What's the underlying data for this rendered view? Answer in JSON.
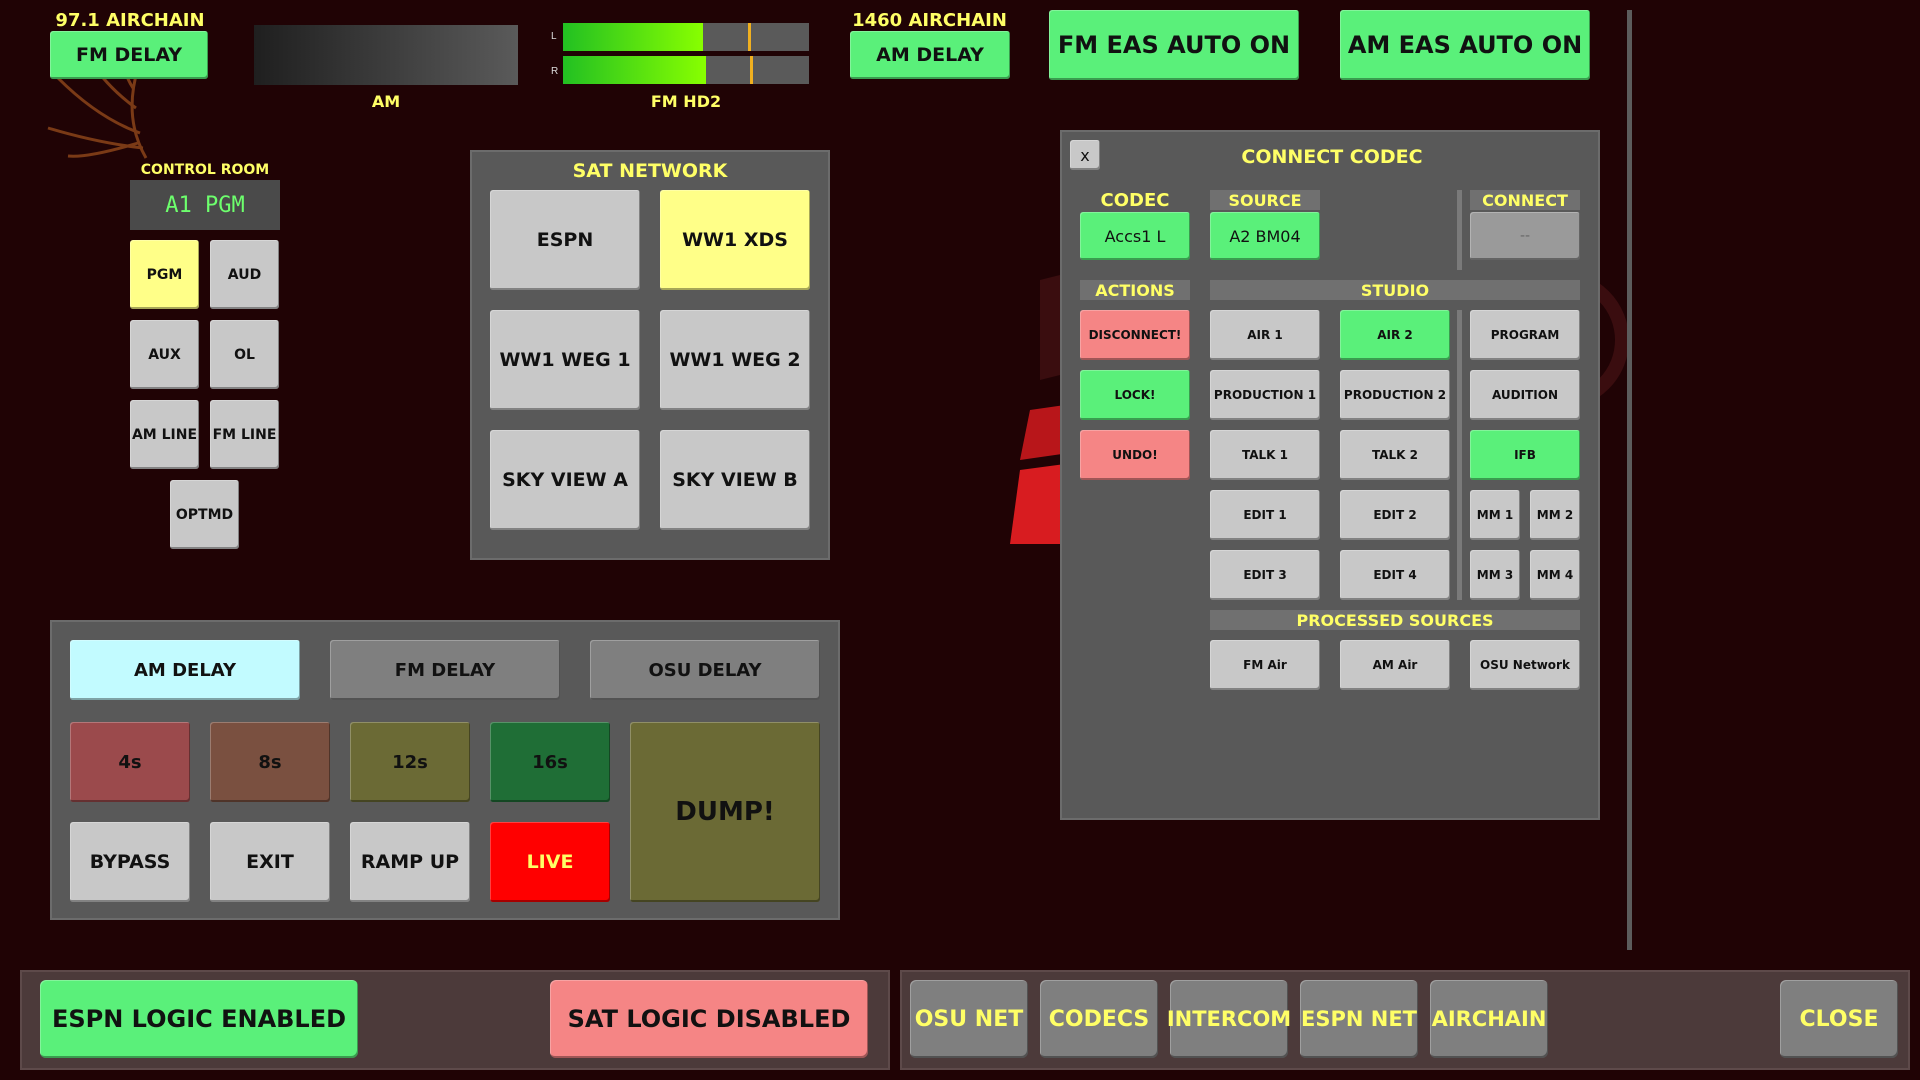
{
  "top": {
    "fm_airchain_label": "97.1 AIRCHAIN",
    "fm_delay_button": "FM DELAY",
    "am_meter_label": "AM",
    "fmhd2_meter_label": "FM HD2",
    "meter_channels": [
      "L",
      "R"
    ],
    "meter_levels": {
      "L": 0.57,
      "R": 0.58
    },
    "meter_peaks": {
      "L": 0.75,
      "R": 0.76
    },
    "am_airchain_label": "1460 AIRCHAIN",
    "am_delay_button": "AM DELAY",
    "fm_eas_button": "FM EAS AUTO ON",
    "am_eas_button": "AM EAS AUTO ON"
  },
  "control_room": {
    "title": "CONTROL ROOM",
    "display": "A1 PGM",
    "buttons": [
      "PGM",
      "AUD",
      "AUX",
      "OL",
      "AM LINE",
      "FM LINE",
      "OPTMD"
    ]
  },
  "sat_network": {
    "title": "SAT NETWORK",
    "buttons": [
      "ESPN",
      "WW1 XDS",
      "WW1 WEG 1",
      "WW1 WEG 2",
      "SKY VIEW A",
      "SKY VIEW B"
    ]
  },
  "delay_panel": {
    "tabs": [
      "AM DELAY",
      "FM DELAY",
      "OSU DELAY"
    ],
    "steps": [
      "4s",
      "8s",
      "12s",
      "16s"
    ],
    "actions": [
      "BYPASS",
      "EXIT",
      "RAMP UP",
      "LIVE"
    ],
    "dump": "DUMP!"
  },
  "codec": {
    "close_glyph": "x",
    "title": "CONNECT CODEC",
    "codec_header": "CODEC",
    "codec_value": "Accs1 L",
    "source_header": "SOURCE",
    "source_value": "A2 BM04",
    "connect_header": "CONNECT",
    "connect_value": "--",
    "actions_header": "ACTIONS",
    "actions": [
      "DISCONNECT!",
      "LOCK!",
      "UNDO!"
    ],
    "studio_header": "STUDIO",
    "studio": [
      "AIR 1",
      "AIR 2",
      "PROGRAM",
      "PRODUCTION 1",
      "PRODUCTION 2",
      "AUDITION",
      "TALK 1",
      "TALK 2",
      "IFB",
      "EDIT 1",
      "EDIT 2",
      "MM 1",
      "MM 2",
      "EDIT 3",
      "EDIT 4",
      "MM 3",
      "MM 4"
    ],
    "processed_header": "PROCESSED SOURCES",
    "processed": [
      "FM Air",
      "AM Air",
      "OSU Network"
    ]
  },
  "bottom": {
    "espn_logic": "ESPN LOGIC ENABLED",
    "sat_logic": "SAT LOGIC DISABLED",
    "nav": [
      "OSU NET",
      "CODECS",
      "INTERCOM",
      "ESPN NET",
      "AIRCHAIN"
    ],
    "close": "CLOSE"
  },
  "colors": {
    "background": "#200305",
    "active_green": "#5af07a",
    "selected_yellow": "#ffff88",
    "alert_pink": "#f58585",
    "live_red": "#ff0000",
    "header_yellow": "#ffff66"
  }
}
